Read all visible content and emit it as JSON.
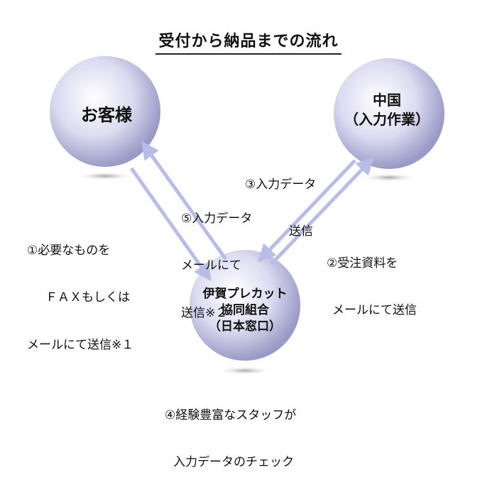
{
  "title": "受付から納品までの流れ",
  "nodes": {
    "customer": {
      "label": "お客様"
    },
    "china": {
      "line1": "中国",
      "line2": "（入力作業）"
    },
    "iga": {
      "line1": "伊賀プレカット",
      "line2": "協同組合",
      "line3": "（日本窓口）"
    }
  },
  "steps": {
    "step1": {
      "line1": "①必要なものを",
      "line2": "ＦＡＸもしくは",
      "line3": "メールにて送信※１"
    },
    "step2": {
      "line1": "②受注資料を",
      "line2": "メールにて送信"
    },
    "step3": {
      "line1": "③入力データ",
      "line2": "送信"
    },
    "step4": {
      "line1": "④経験豊富なスタッフが",
      "line2": "入力データのチェック"
    },
    "step5": {
      "line1": "⑤入力データ",
      "line2": "メールにて",
      "line3": "送信※２"
    }
  },
  "colors": {
    "sphere_light": "#ffffff",
    "sphere_mid": "#dcdcf2",
    "sphere_dark": "#9a9ac6",
    "arrow": "#b8bde8",
    "shadow": "#c8c8c8"
  }
}
